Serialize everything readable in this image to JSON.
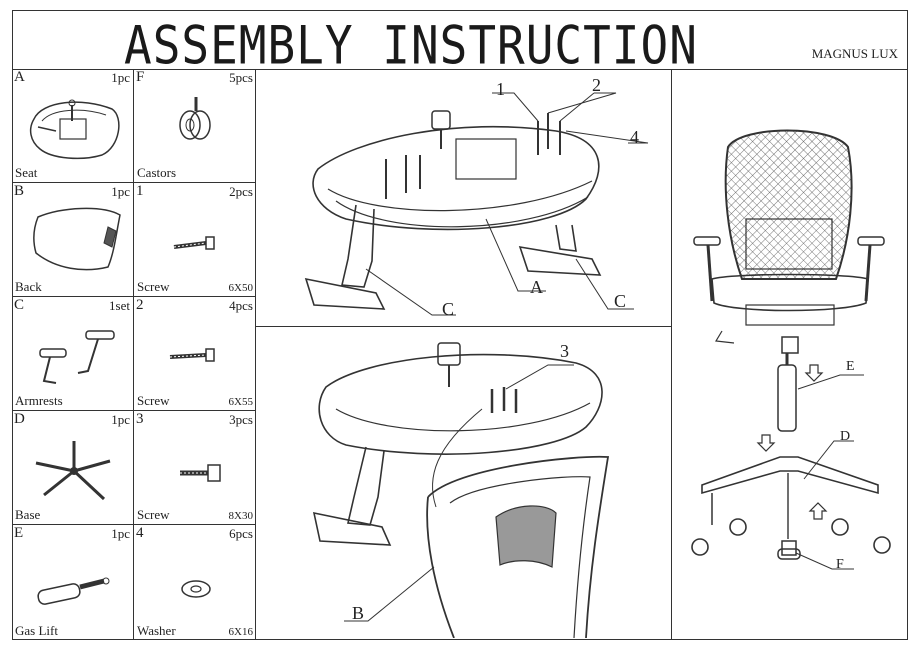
{
  "header": {
    "title": "ASSEMBLY INSTRUCTION",
    "brand": "MAGNUS LUX"
  },
  "parts": [
    {
      "letter": "A",
      "qty": "1pc",
      "name": "Seat",
      "size": ""
    },
    {
      "letter": "F",
      "qty": "5pcs",
      "name": "Castors",
      "size": ""
    },
    {
      "letter": "B",
      "qty": "1pc",
      "name": "Back",
      "size": ""
    },
    {
      "letter": "1",
      "qty": "2pcs",
      "name": "Screw",
      "size": "6X50"
    },
    {
      "letter": "C",
      "qty": "1set",
      "name": "Armrests",
      "size": ""
    },
    {
      "letter": "2",
      "qty": "4pcs",
      "name": "Screw",
      "size": "6X55"
    },
    {
      "letter": "D",
      "qty": "1pc",
      "name": "Base",
      "size": ""
    },
    {
      "letter": "3",
      "qty": "3pcs",
      "name": "Screw",
      "size": "8X30"
    },
    {
      "letter": "E",
      "qty": "1pc",
      "name": "Gas Lift",
      "size": ""
    },
    {
      "letter": "4",
      "qty": "6pcs",
      "name": "Washer",
      "size": "6X16"
    }
  ],
  "step1": {
    "label_1": "1",
    "label_2": "2",
    "label_4": "4",
    "label_c_left": "C",
    "label_a": "A",
    "label_c_right": "C"
  },
  "step2": {
    "label_3": "3",
    "label_b": "B"
  },
  "step3": {
    "label_e": "E",
    "label_d": "D",
    "label_f": "F"
  }
}
